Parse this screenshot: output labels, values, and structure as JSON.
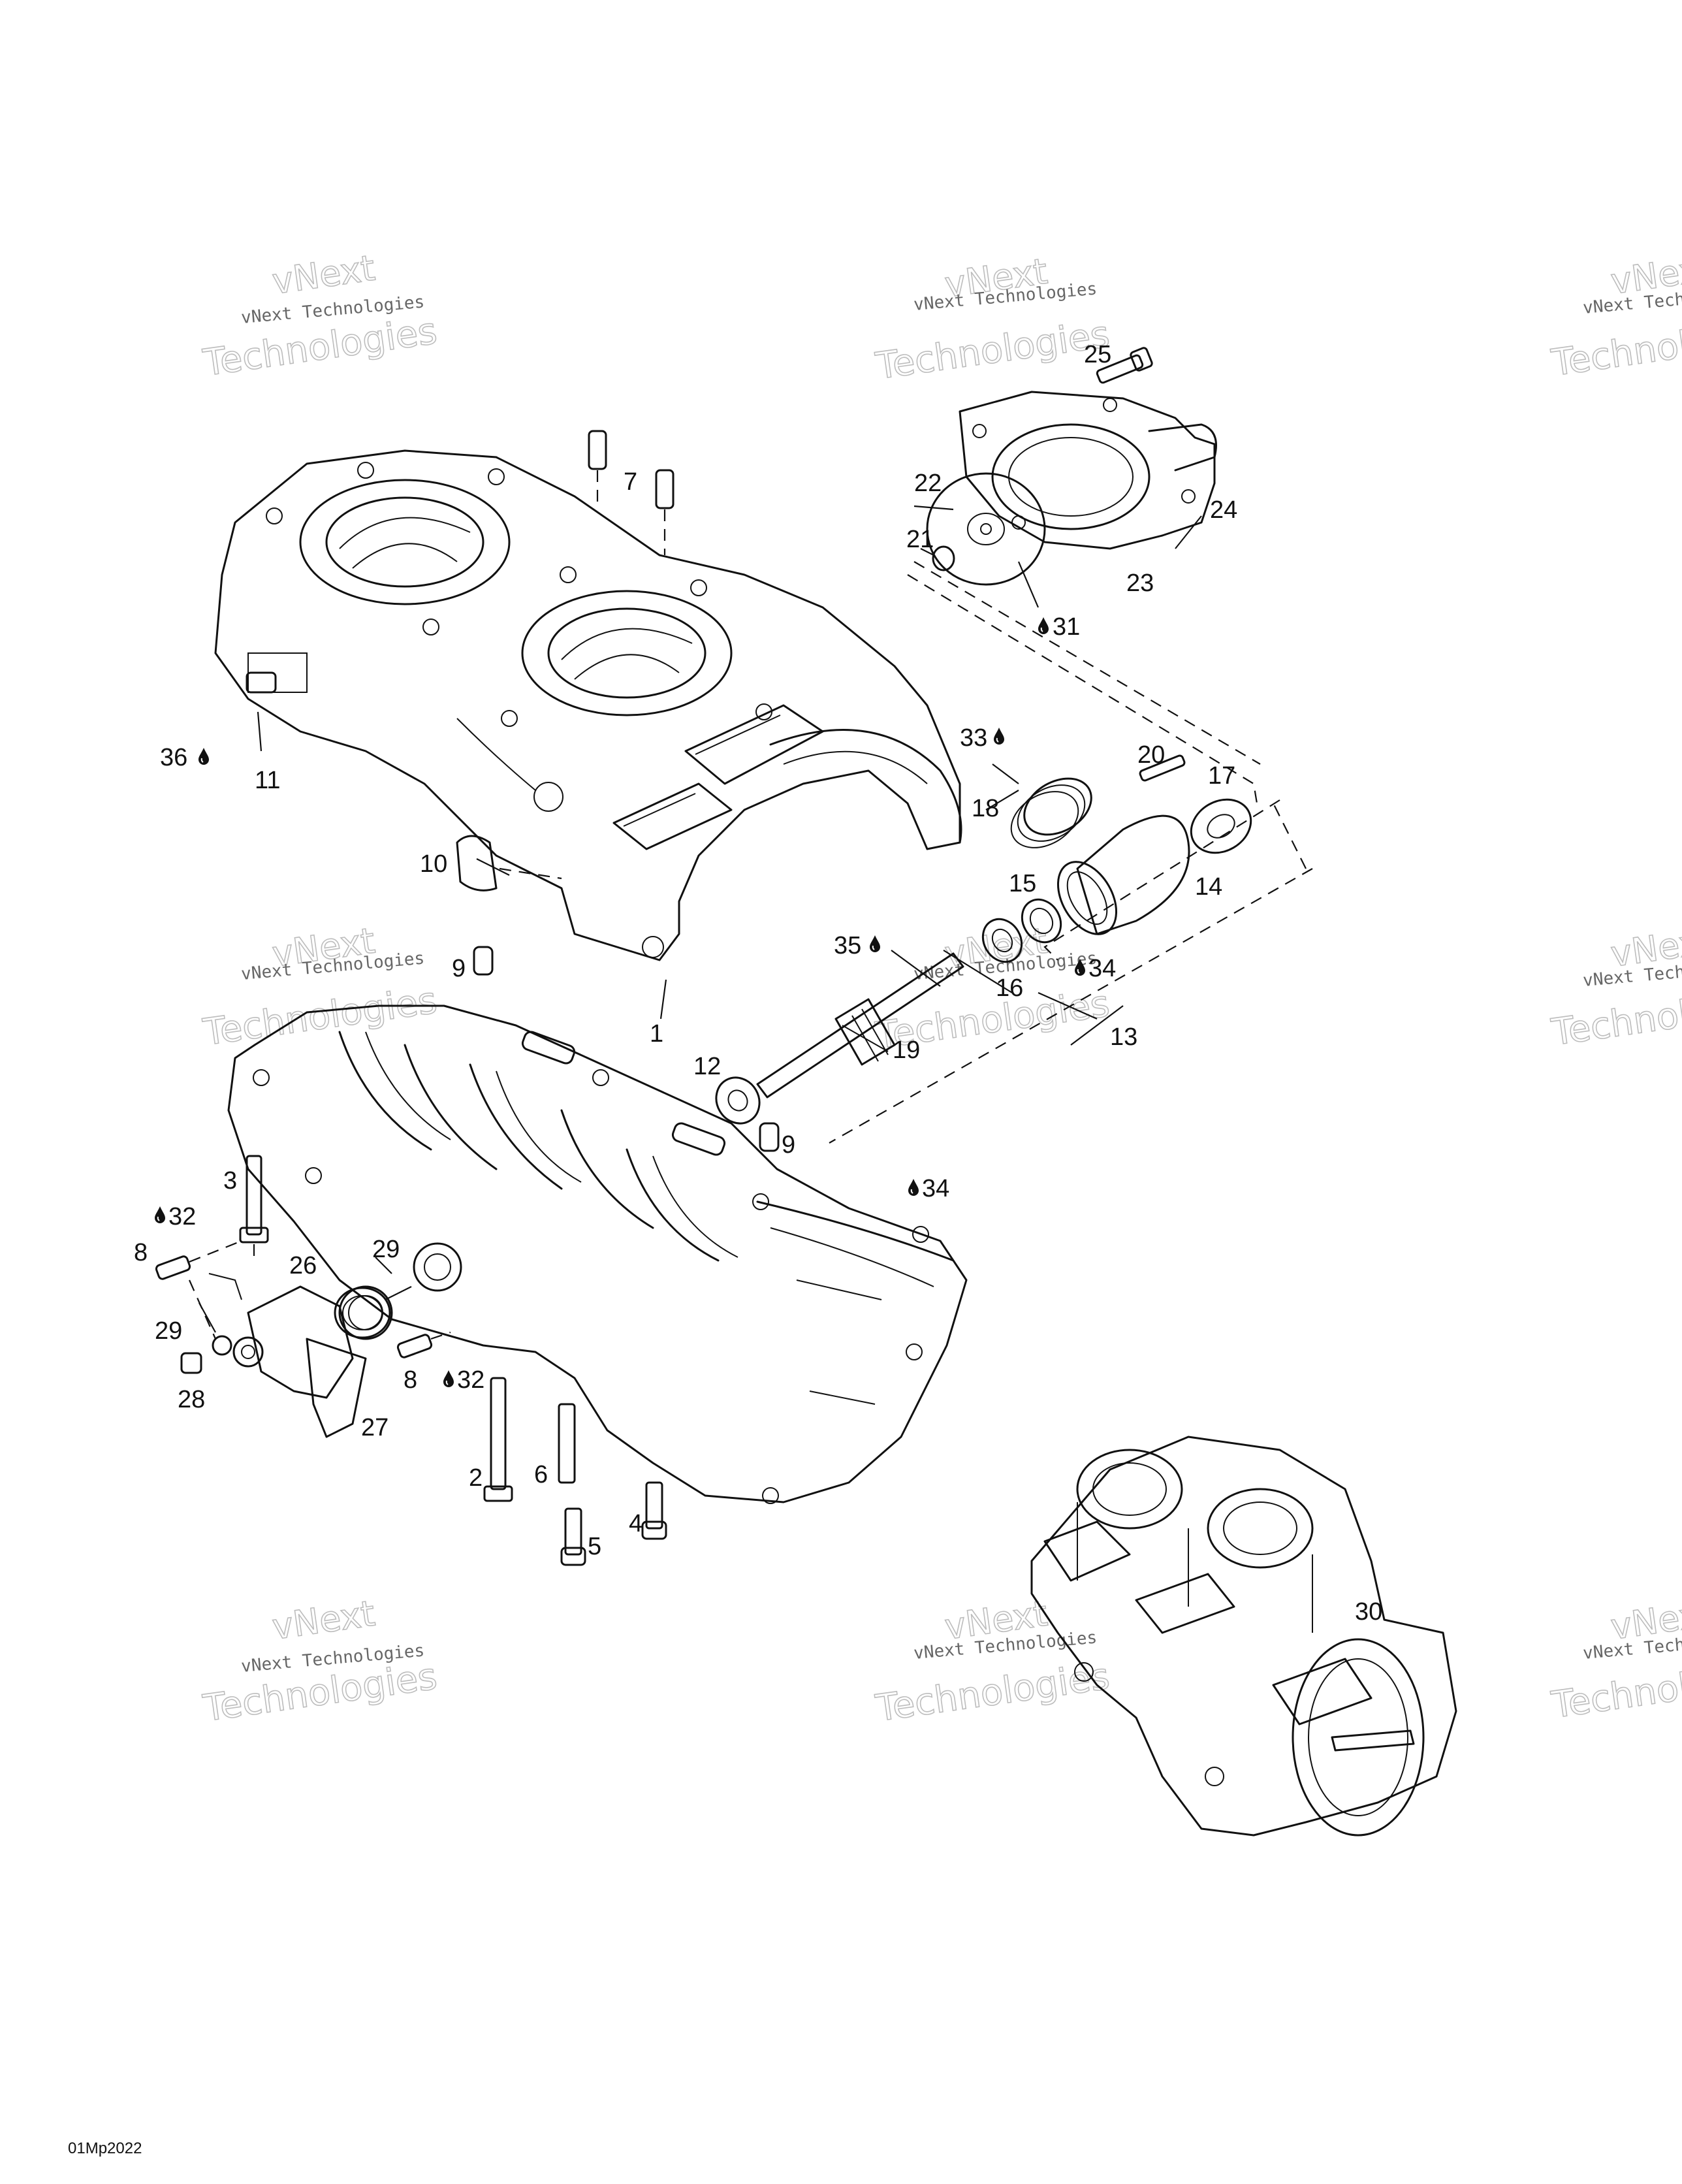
{
  "figure_code": "01Mp2022",
  "watermark": {
    "line1": "vNext",
    "line2": "vNext Technologies",
    "line3": "Technologies"
  },
  "callouts": [
    {
      "id": "1",
      "label": "1"
    },
    {
      "id": "2",
      "label": "2"
    },
    {
      "id": "3",
      "label": "3"
    },
    {
      "id": "4",
      "label": "4"
    },
    {
      "id": "5",
      "label": "5"
    },
    {
      "id": "6",
      "label": "6"
    },
    {
      "id": "7",
      "label": "7"
    },
    {
      "id": "8a",
      "label": "8"
    },
    {
      "id": "8b",
      "label": "8"
    },
    {
      "id": "9a",
      "label": "9"
    },
    {
      "id": "9b",
      "label": "9"
    },
    {
      "id": "10",
      "label": "10"
    },
    {
      "id": "11",
      "label": "11"
    },
    {
      "id": "12",
      "label": "12"
    },
    {
      "id": "13",
      "label": "13"
    },
    {
      "id": "14",
      "label": "14"
    },
    {
      "id": "15",
      "label": "15"
    },
    {
      "id": "16",
      "label": "16"
    },
    {
      "id": "17",
      "label": "17"
    },
    {
      "id": "18",
      "label": "18"
    },
    {
      "id": "19",
      "label": "19"
    },
    {
      "id": "20",
      "label": "20"
    },
    {
      "id": "21",
      "label": "21"
    },
    {
      "id": "22",
      "label": "22"
    },
    {
      "id": "23",
      "label": "23"
    },
    {
      "id": "24",
      "label": "24"
    },
    {
      "id": "25",
      "label": "25"
    },
    {
      "id": "26",
      "label": "26"
    },
    {
      "id": "27",
      "label": "27"
    },
    {
      "id": "28",
      "label": "28"
    },
    {
      "id": "29a",
      "label": "29"
    },
    {
      "id": "29b",
      "label": "29"
    },
    {
      "id": "30",
      "label": "30"
    },
    {
      "id": "31",
      "label": "31"
    },
    {
      "id": "32a",
      "label": "32"
    },
    {
      "id": "32b",
      "label": "32"
    },
    {
      "id": "33",
      "label": "33"
    },
    {
      "id": "34a",
      "label": "34"
    },
    {
      "id": "34b",
      "label": "34"
    },
    {
      "id": "35",
      "label": "35"
    },
    {
      "id": "36",
      "label": "36"
    }
  ],
  "icons": {
    "lubricant": "oil-drop-icon"
  }
}
